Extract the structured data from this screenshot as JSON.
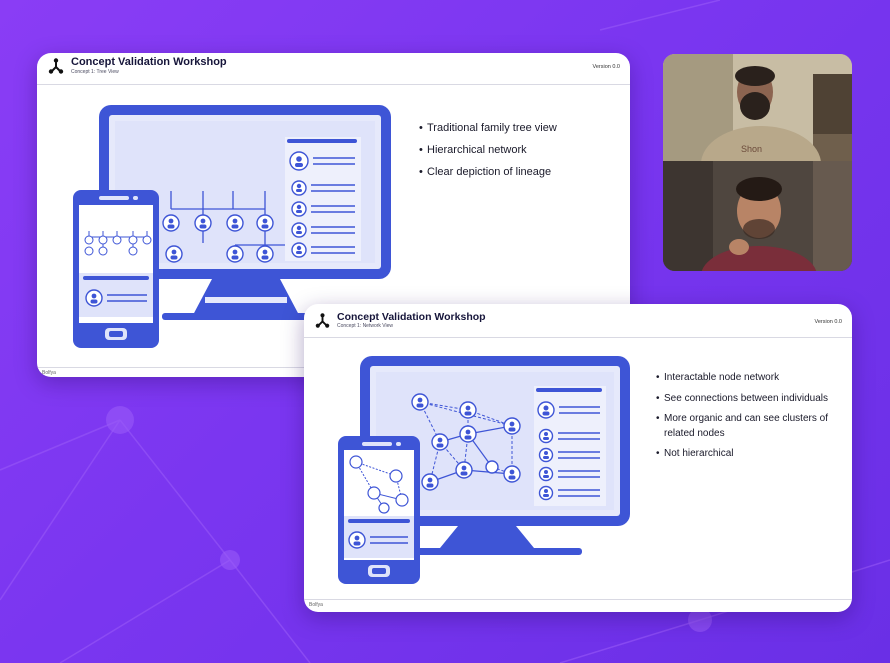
{
  "slides": [
    {
      "title": "Concept Validation Workshop",
      "subtitle": "Concept 1: Tree View",
      "version": "Version 0.0",
      "footer": "Bolfya",
      "bullets": [
        "Traditional family tree view",
        "Hierarchical network",
        "Clear depiction of lineage"
      ]
    },
    {
      "title": "Concept Validation Workshop",
      "subtitle": "Concept 1: Network View",
      "version": "Version 0.0",
      "footer": "Bolfya",
      "bullets": [
        "Interactable node network",
        "See connections between individuals",
        "More organic and can see clusters of related nodes",
        "Not hierarchical"
      ]
    }
  ],
  "video_call": {
    "participants": [
      {
        "position": "top",
        "shirt_text": "Shon"
      },
      {
        "position": "bottom"
      }
    ]
  },
  "colors": {
    "background": "#7a36f0",
    "illustration_blue": "#3e55d6",
    "illustration_light": "#dfe3fa",
    "slide_background": "#ffffff",
    "title_text": "#16153a"
  },
  "icons": [
    "network-logo-icon",
    "person-node-icon"
  ]
}
